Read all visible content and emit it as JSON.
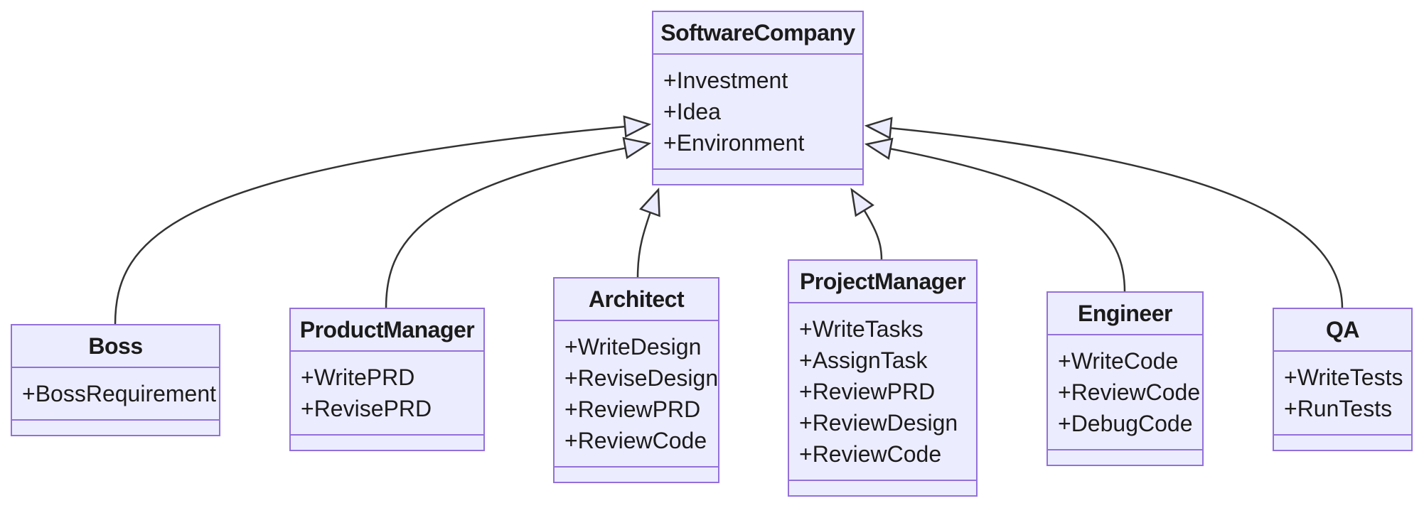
{
  "diagram": {
    "type": "uml-class-diagram",
    "classes": [
      {
        "name": "SoftwareCompany",
        "attributes": [
          "+Investment",
          "+Idea",
          "+Environment"
        ],
        "methods": []
      },
      {
        "name": "Boss",
        "attributes": [
          "+BossRequirement"
        ],
        "methods": []
      },
      {
        "name": "ProductManager",
        "attributes": [
          "+WritePRD",
          "+RevisePRD"
        ],
        "methods": []
      },
      {
        "name": "Architect",
        "attributes": [
          "+WriteDesign",
          "+ReviseDesign",
          "+ReviewPRD",
          "+ReviewCode"
        ],
        "methods": []
      },
      {
        "name": "ProjectManager",
        "attributes": [
          "+WriteTasks",
          "+AssignTask",
          "+ReviewPRD",
          "+ReviewDesign",
          "+ReviewCode"
        ],
        "methods": []
      },
      {
        "name": "Engineer",
        "attributes": [
          "+WriteCode",
          "+ReviewCode",
          "+DebugCode"
        ],
        "methods": []
      },
      {
        "name": "QA",
        "attributes": [
          "+WriteTests",
          "+RunTests"
        ],
        "methods": []
      }
    ],
    "relations": [
      {
        "from": "Boss",
        "to": "SoftwareCompany",
        "type": "inheritance"
      },
      {
        "from": "ProductManager",
        "to": "SoftwareCompany",
        "type": "inheritance"
      },
      {
        "from": "Architect",
        "to": "SoftwareCompany",
        "type": "inheritance"
      },
      {
        "from": "ProjectManager",
        "to": "SoftwareCompany",
        "type": "inheritance"
      },
      {
        "from": "Engineer",
        "to": "SoftwareCompany",
        "type": "inheritance"
      },
      {
        "from": "QA",
        "to": "SoftwareCompany",
        "type": "inheritance"
      }
    ],
    "colors": {
      "node_fill": "#ECECFF",
      "node_border": "#9370DB",
      "edge_line": "#333333",
      "text": "#1B1B1B",
      "background": "#FFFFFF"
    }
  }
}
